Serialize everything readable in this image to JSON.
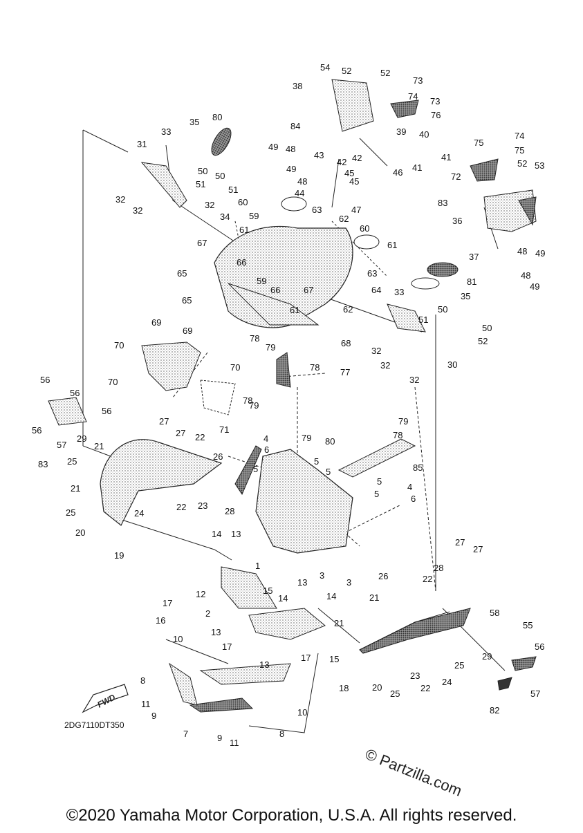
{
  "diagram": {
    "reference_code": "2DG7110DT350",
    "fwd_label": "FWD",
    "watermark": "© Partzilla.com",
    "copyright": "©2020 Yamaha Motor Corporation, U.S.A. All rights reserved.",
    "part_colors": {
      "stroke": "#222222",
      "fill_light": "#d9d9d9",
      "fill_dark": "#555555"
    },
    "callouts": [
      "1",
      "2",
      "3",
      "3",
      "4",
      "4",
      "5",
      "5",
      "5",
      "5",
      "5",
      "6",
      "6",
      "7",
      "8",
      "8",
      "9",
      "9",
      "10",
      "10",
      "11",
      "11",
      "12",
      "13",
      "13",
      "13",
      "13",
      "14",
      "14",
      "14",
      "15",
      "15",
      "16",
      "17",
      "17",
      "17",
      "18",
      "19",
      "20",
      "20",
      "21",
      "21",
      "21",
      "21",
      "22",
      "22",
      "22",
      "22",
      "23",
      "23",
      "24",
      "24",
      "25",
      "25",
      "25",
      "25",
      "26",
      "26",
      "27",
      "27",
      "27",
      "27",
      "28",
      "28",
      "29",
      "29",
      "30",
      "31",
      "32",
      "32",
      "32",
      "32",
      "32",
      "32",
      "33",
      "33",
      "34",
      "35",
      "35",
      "36",
      "37",
      "38",
      "39",
      "40",
      "41",
      "41",
      "42",
      "42",
      "43",
      "44",
      "45",
      "45",
      "46",
      "47",
      "48",
      "48",
      "48",
      "48",
      "49",
      "49",
      "49",
      "49",
      "50",
      "50",
      "50",
      "50",
      "51",
      "51",
      "51",
      "52",
      "52",
      "52",
      "52",
      "53",
      "54",
      "55",
      "56",
      "56",
      "56",
      "56",
      "56",
      "57",
      "57",
      "58",
      "59",
      "59",
      "60",
      "60",
      "61",
      "61",
      "61",
      "62",
      "62",
      "63",
      "63",
      "64",
      "65",
      "65",
      "66",
      "66",
      "67",
      "67",
      "68",
      "69",
      "69",
      "70",
      "70",
      "70",
      "71",
      "72",
      "73",
      "73",
      "74",
      "74",
      "75",
      "75",
      "76",
      "77",
      "78",
      "78",
      "78",
      "78",
      "79",
      "79",
      "79",
      "79",
      "80",
      "80",
      "81",
      "82",
      "83",
      "83",
      "84",
      "85"
    ]
  }
}
